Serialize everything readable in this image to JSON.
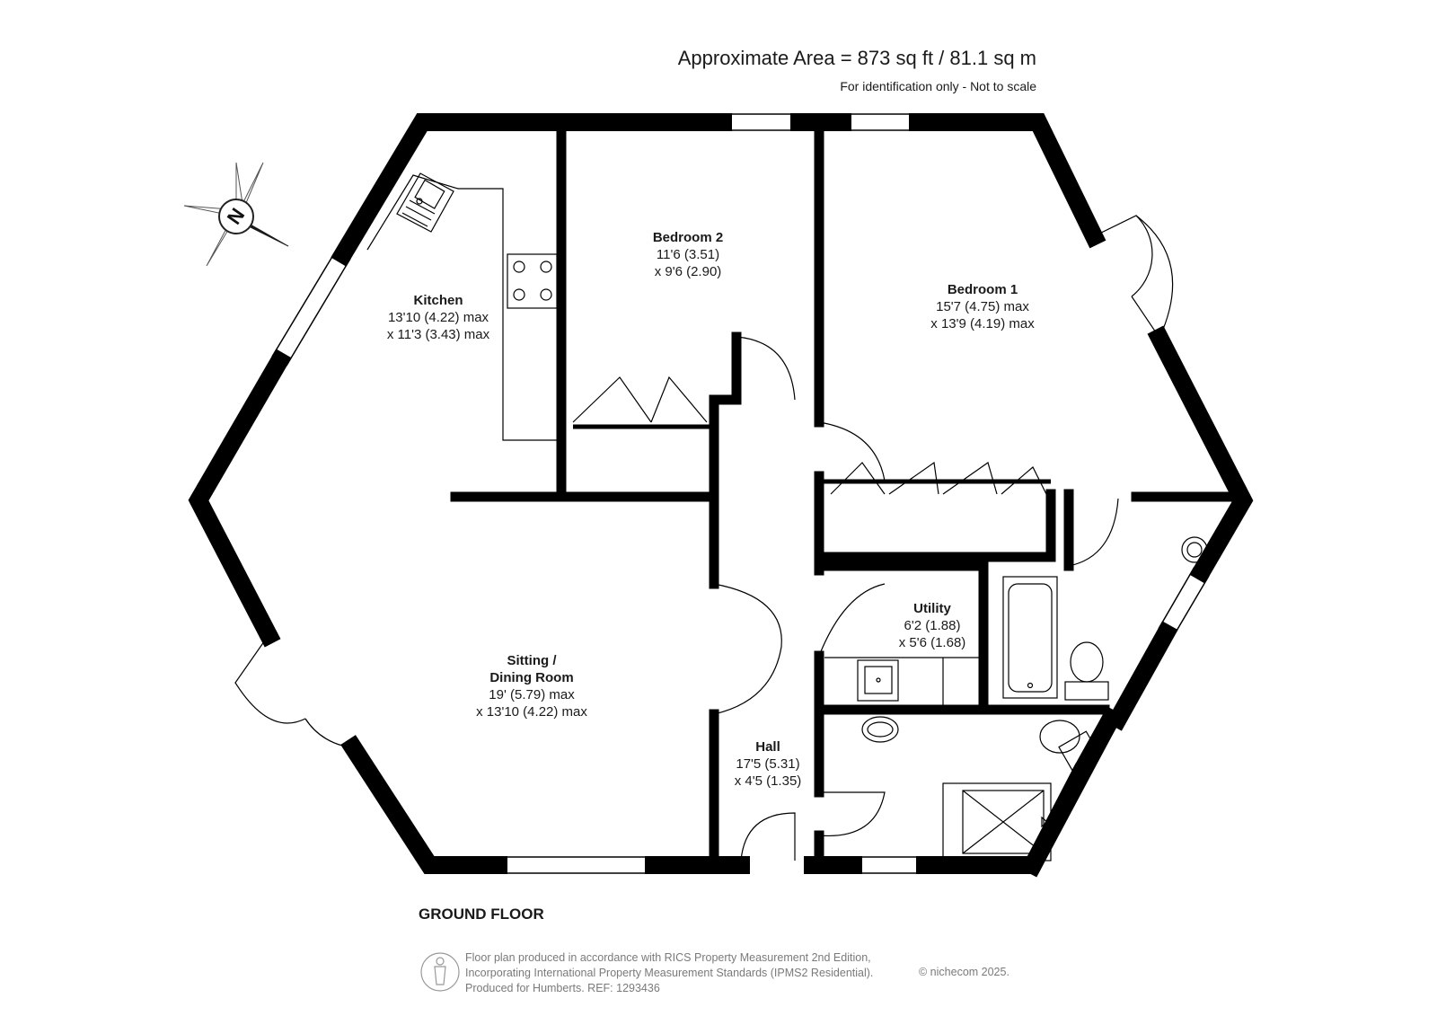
{
  "header": {
    "area": "Approximate Area = 873 sq ft / 81.1 sq m",
    "note": "For identification only - Not to scale"
  },
  "compass": {
    "label": "N",
    "icon": "north-arrow-icon"
  },
  "rooms": [
    {
      "id": "kitchen",
      "name": "Kitchen",
      "dim1": "13'10 (4.22) max",
      "dim2": "x 11'3 (3.43) max"
    },
    {
      "id": "bedroom2",
      "name": "Bedroom 2",
      "dim1": "11'6 (3.51)",
      "dim2": "x 9'6 (2.90)"
    },
    {
      "id": "bedroom1",
      "name": "Bedroom 1",
      "dim1": "15'7 (4.75) max",
      "dim2": "x 13'9 (4.19) max"
    },
    {
      "id": "utility",
      "name": "Utility",
      "dim1": "6'2 (1.88)",
      "dim2": "x 5'6 (1.68)"
    },
    {
      "id": "sitting",
      "name": "Sitting /",
      "name2": "Dining Room",
      "dim1": "19' (5.79) max",
      "dim2": "x 13'10 (4.22) max"
    },
    {
      "id": "hall",
      "name": "Hall",
      "dim1": "17'5 (5.31)",
      "dim2": "x 4'5 (1.35)"
    }
  ],
  "floor_label": "GROUND FLOOR",
  "footer": {
    "line1": "Floor plan produced in accordance with RICS Property Measurement 2nd Edition,",
    "line2": "Incorporating International Property Measurement Standards (IPMS2 Residential).",
    "line3": "Produced for Humberts.   REF:  1293436",
    "copyright": "© nichecom 2025."
  }
}
